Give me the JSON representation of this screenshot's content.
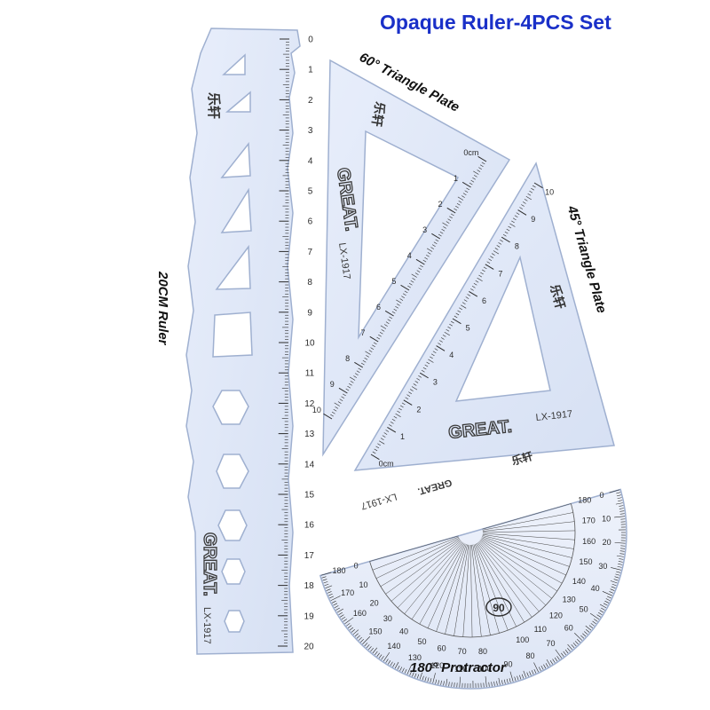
{
  "title": "Opaque Ruler-4PCS Set",
  "captions": {
    "ruler": "20CM Ruler",
    "triangle60": "60° Triangle Plate",
    "triangle45": "45° Triangle Plate",
    "protractor": "180° Protractor"
  },
  "product": {
    "brand": "GREAT.",
    "model": "LX-1917",
    "chinese_mark": "乐轩",
    "unit_label": "0cm"
  },
  "ruler_scale": [
    "0",
    "1",
    "2",
    "3",
    "4",
    "5",
    "6",
    "7",
    "8",
    "9",
    "10",
    "11",
    "12",
    "13",
    "14",
    "15",
    "16",
    "17",
    "18",
    "19",
    "20"
  ],
  "triangle60_scale": [
    "0cm",
    "1",
    "2",
    "3",
    "4",
    "5",
    "6",
    "7",
    "8",
    "9",
    "10"
  ],
  "triangle45_scale": [
    "0cm",
    "1",
    "2",
    "3",
    "4",
    "5",
    "6",
    "7",
    "8",
    "9",
    "10"
  ],
  "protractor": {
    "outer_scale": [
      "0",
      "10",
      "20",
      "30",
      "40",
      "50",
      "60",
      "70",
      "80",
      "90",
      "100",
      "110",
      "120",
      "130",
      "140",
      "150",
      "160",
      "170",
      "180"
    ],
    "inner_scale": [
      "180",
      "170",
      "160",
      "150",
      "140",
      "130",
      "120",
      "110",
      "100",
      "90",
      "80",
      "70",
      "60",
      "50",
      "40",
      "30",
      "20",
      "10",
      "0"
    ],
    "center_mark": "90"
  },
  "colors": {
    "title": "#1a30c8",
    "plastic": "#dfe7f7",
    "plastic_edge": "#9fb0d0",
    "ink": "#2b2b2b"
  }
}
